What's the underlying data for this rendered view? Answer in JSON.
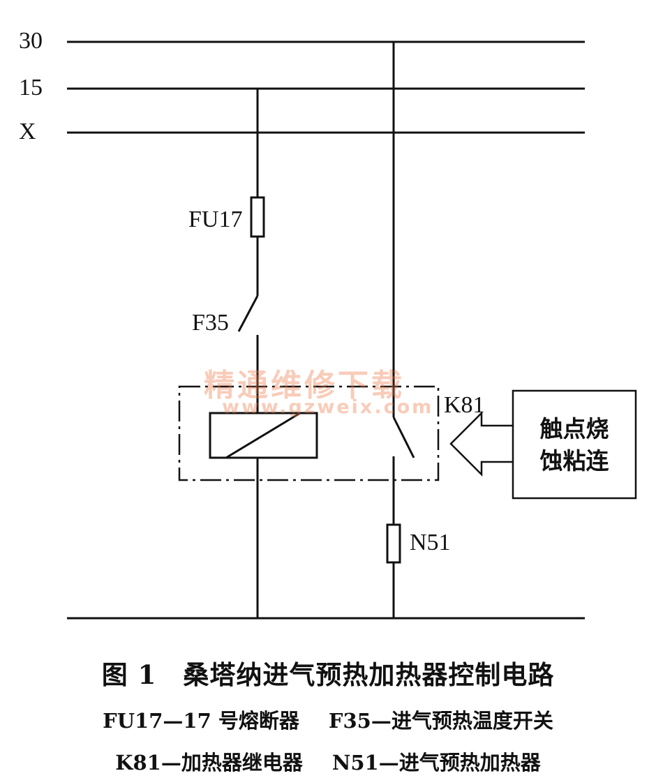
{
  "bus_labels": {
    "bus_30": "30",
    "bus_15": "15",
    "bus_x": "X"
  },
  "components": {
    "fuse": "FU17",
    "temp_switch": "F35",
    "relay": "K81",
    "heater": "N51"
  },
  "fault_note": {
    "line1": "触点烧",
    "line2": "蚀粘连"
  },
  "watermark": {
    "line1": "精通维修下载",
    "line2": "www.gzweix.com"
  },
  "caption": {
    "title": "图 1　桑塔纳进气预热加热器控制电路",
    "legend": [
      "FU17—17 号熔断器",
      "F35—进气预热温度开关",
      "K81—加热器继电器",
      "N51—进气预热加热器"
    ]
  }
}
